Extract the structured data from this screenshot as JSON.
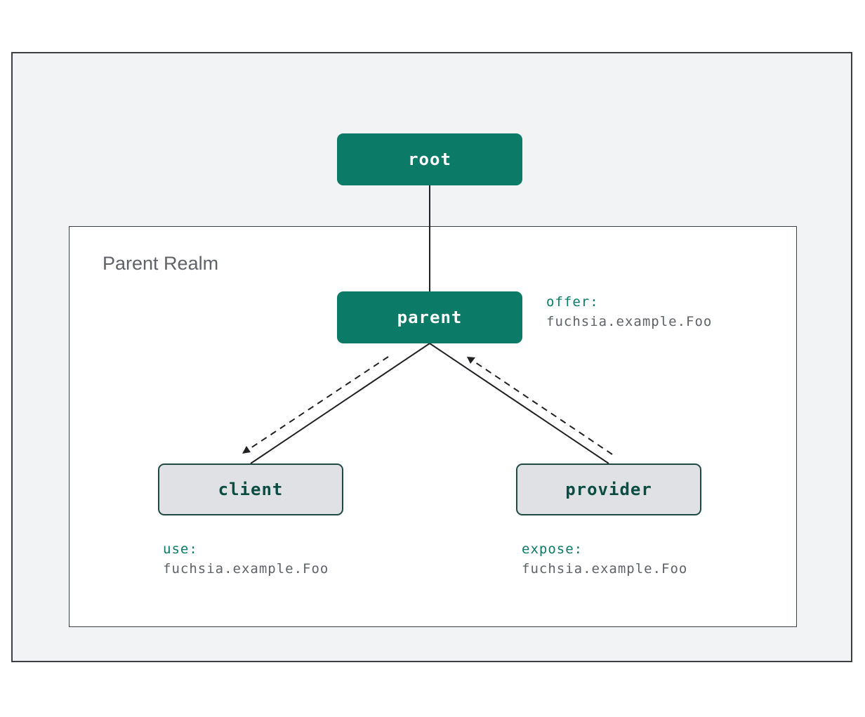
{
  "realm": {
    "label": "Parent Realm"
  },
  "nodes": {
    "root": "root",
    "parent": "parent",
    "client": "client",
    "provider": "provider"
  },
  "annotations": {
    "parent": {
      "keyword": "offer:",
      "capability": "fuchsia.example.Foo"
    },
    "client": {
      "keyword": "use:",
      "capability": "fuchsia.example.Foo"
    },
    "provider": {
      "keyword": "expose:",
      "capability": "fuchsia.example.Foo"
    }
  },
  "colors": {
    "accent": "#0b7a66",
    "node_light": "#dfe1e5",
    "background": "#f1f3f4",
    "line": "#3c4043"
  }
}
